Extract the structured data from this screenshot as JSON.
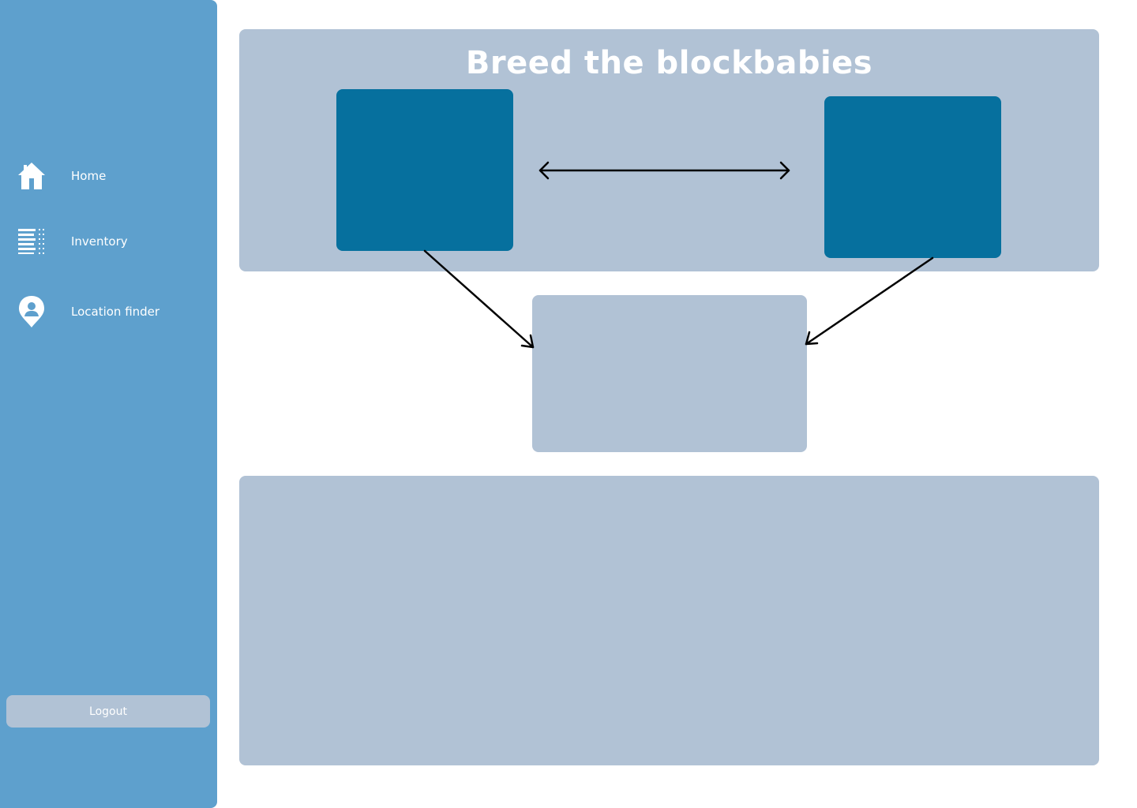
{
  "sidebar": {
    "items": [
      {
        "label": "Home",
        "icon": "home-icon"
      },
      {
        "label": "Inventory",
        "icon": "list-icon"
      },
      {
        "label": "Location finder",
        "icon": "location-pin-icon"
      }
    ],
    "logout_label": "Logout"
  },
  "main": {
    "title": "Breed the blockbabies"
  },
  "colors": {
    "sidebar": "#5ea0cd",
    "panel": "#b1c2d5",
    "slot": "#06709e",
    "arrow": "#000000"
  }
}
